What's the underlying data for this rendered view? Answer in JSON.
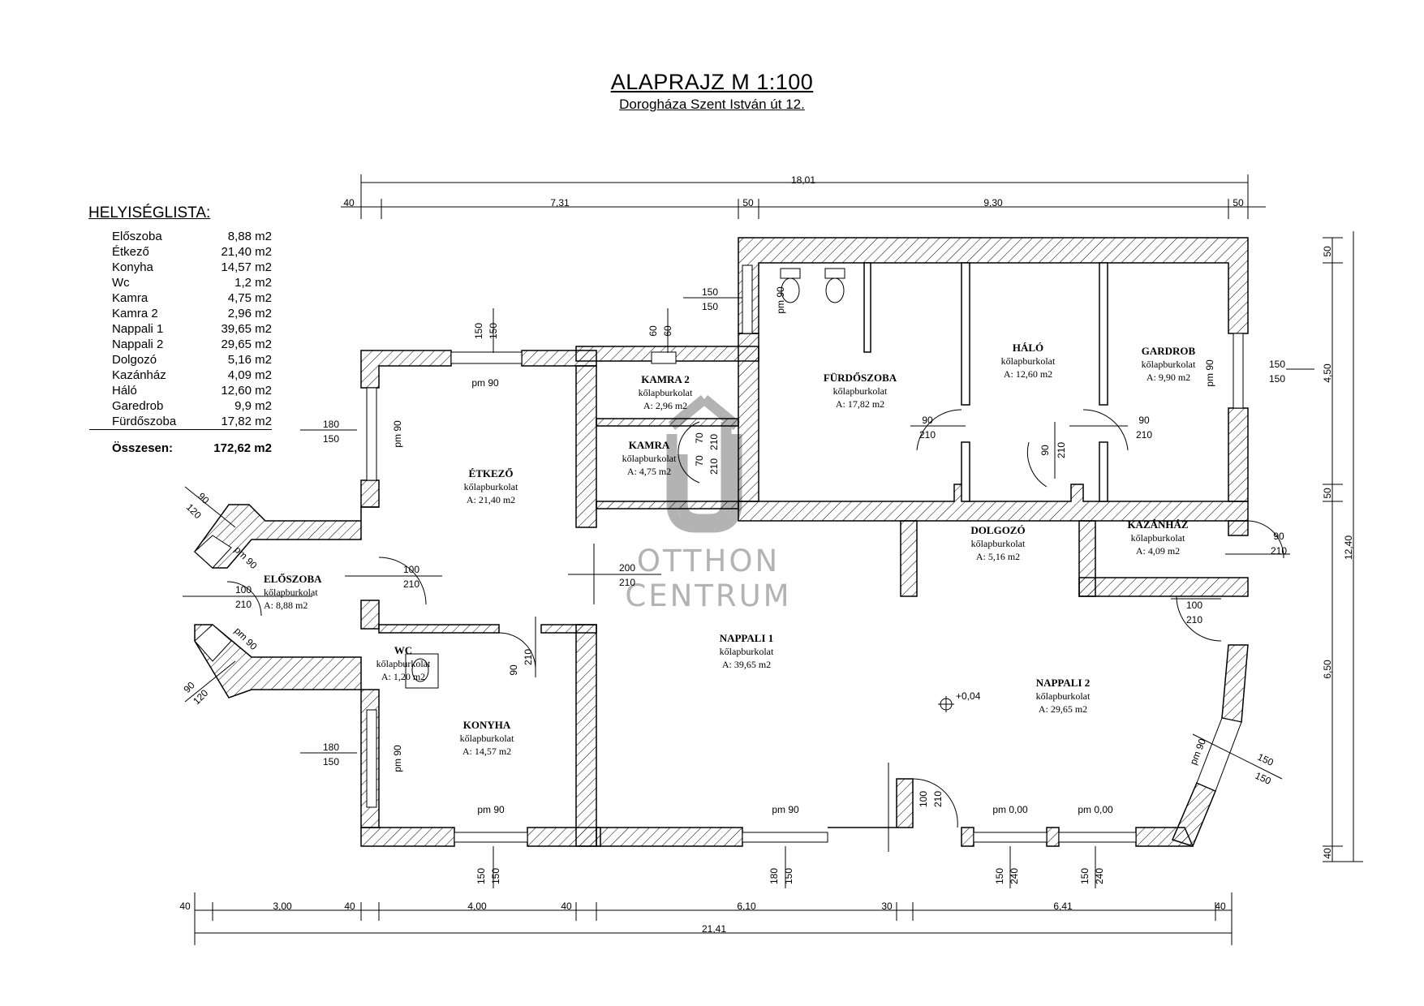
{
  "header": {
    "title": "ALAPRAJZ M 1:100",
    "address": "Dorogháza Szent István út 12."
  },
  "room_list": {
    "title": "HELYISÉGLISTA:",
    "items": [
      {
        "name": "Előszoba",
        "area": "8,88 m2"
      },
      {
        "name": "Étkező",
        "area": "21,40 m2"
      },
      {
        "name": "Konyha",
        "area": "14,57 m2"
      },
      {
        "name": "Wc",
        "area": "1,2 m2"
      },
      {
        "name": "Kamra",
        "area": "4,75 m2"
      },
      {
        "name": "Kamra 2",
        "area": "2,96 m2"
      },
      {
        "name": "Nappali 1",
        "area": "39,65 m2"
      },
      {
        "name": "Nappali 2",
        "area": "29,65 m2"
      },
      {
        "name": "Dolgozó",
        "area": "5,16 m2"
      },
      {
        "name": "Kazánház",
        "area": "4,09 m2"
      },
      {
        "name": "Háló",
        "area": "12,60 m2"
      },
      {
        "name": "Garedrob",
        "area": "9,9 m2"
      },
      {
        "name": "Fürdőszoba",
        "area": "17,82 m2"
      }
    ],
    "total_label": "Összesen:",
    "total_value": "172,62 m2"
  },
  "rooms": {
    "eloszoba": {
      "name": "ELŐSZOBA",
      "floor": "kőlapburkolat",
      "area": "A: 8,88 m2"
    },
    "etkezo": {
      "name": "ÉTKEZŐ",
      "floor": "kőlapburkolat",
      "area": "A: 21,40 m2"
    },
    "kamra2": {
      "name": "KAMRA 2",
      "floor": "kőlapburkolat",
      "area": "A: 2,96 m2"
    },
    "kamra": {
      "name": "KAMRA",
      "floor": "kőlapburkolat",
      "area": "A: 4,75 m2"
    },
    "furdo": {
      "name": "FÜRDŐSZOBA",
      "floor": "kőlapburkolat",
      "area": "A: 17,82 m2"
    },
    "halo": {
      "name": "HÁLÓ",
      "floor": "kőlapburkolat",
      "area": "A: 12,60 m2"
    },
    "gardrob": {
      "name": "GARDROB",
      "floor": "kőlapburkolat",
      "area": "A: 9,90 m2"
    },
    "dolgozo": {
      "name": "DOLGOZÓ",
      "floor": "kőlapburkolat",
      "area": "A: 5,16 m2"
    },
    "kazanhaz": {
      "name": "KAZÁNHÁZ",
      "floor": "kőlapburkolat",
      "area": "A: 4,09 m2"
    },
    "wc": {
      "name": "WC",
      "floor": "kőlapburkolat",
      "area": "A: 1,20 m2"
    },
    "konyha": {
      "name": "KONYHA",
      "floor": "kőlapburkolat",
      "area": "A: 14,57 m2"
    },
    "nappali1": {
      "name": "NAPPALI 1",
      "floor": "kőlapburkolat",
      "area": "A: 39,65 m2"
    },
    "nappali2": {
      "name": "NAPPALI 2",
      "floor": "kőlapburkolat",
      "area": "A: 29,65 m2"
    }
  },
  "dimensions": {
    "top_total": "18,01",
    "top_segments": [
      "40",
      "7,31",
      "50",
      "9,30",
      "50"
    ],
    "bottom_total": "21,41",
    "bottom_segments": [
      "40",
      "3,00",
      "40",
      "4,00",
      "40",
      "6,10",
      "30",
      "6,41",
      "40"
    ],
    "right_total": "12,40",
    "right_segments": [
      "50",
      "4,50",
      "50",
      "6,50",
      "40"
    ]
  },
  "openings": {
    "pm90": "pm 90",
    "pm000": "pm 0,00",
    "d60": "60",
    "d70": "70",
    "d90": "90",
    "d100": "100",
    "d120": "120",
    "d150": "150",
    "d180": "180",
    "d200": "200",
    "d210": "210",
    "d240": "240"
  },
  "level_mark": "+0,04",
  "watermark": {
    "line1": "OTTHON",
    "line2": "CENTRUM"
  },
  "colors": {
    "lines": "#000000",
    "watermark": "#b3b3b3"
  }
}
